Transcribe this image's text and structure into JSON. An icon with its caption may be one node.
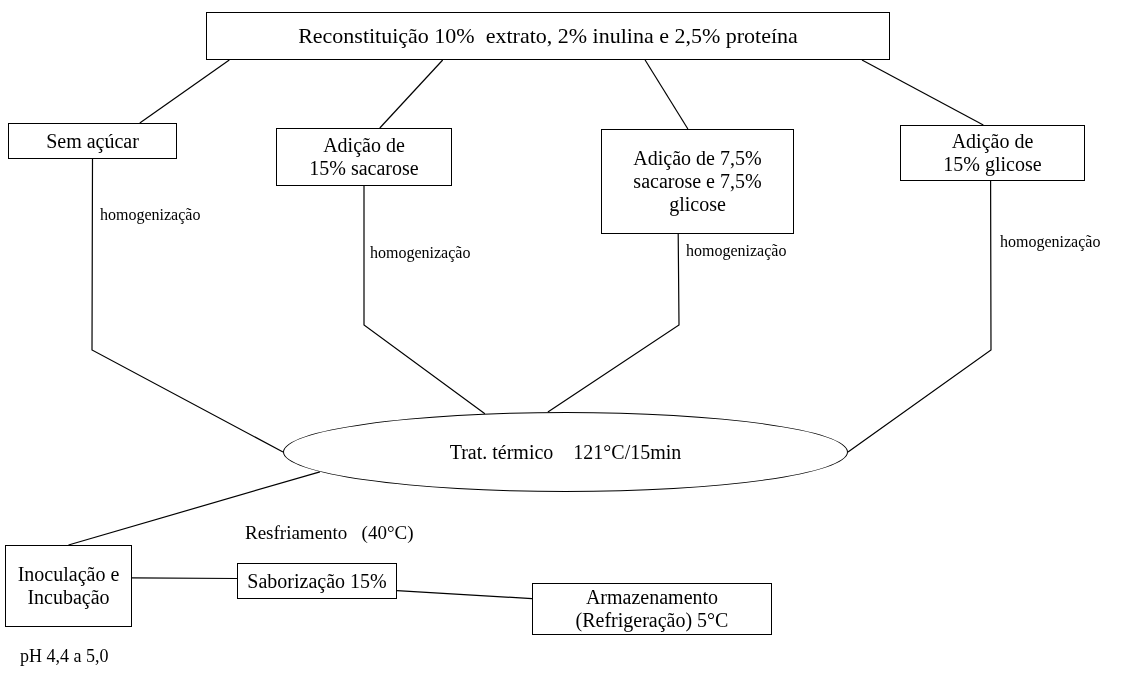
{
  "diagram": {
    "nodes": [
      {
        "text": [
          "Reconstituição 10%  extrato, 2% inulina e 2,5% proteína"
        ]
      },
      {
        "text": [
          "Sem açúcar"
        ]
      },
      {
        "text": [
          "Adição de 15% sacarose"
        ]
      },
      {
        "text": [
          "Adição de 7,5% sacarose e 7,5% glicose"
        ]
      },
      {
        "text": [
          "Adição de 15% glicose"
        ]
      },
      {
        "text": [
          "Trat. térmico    121°C/15min"
        ]
      },
      {
        "text": [
          "Inoculação e Incubação"
        ],
        "beside": [
          "pH 4,4 a 5,0"
        ]
      },
      {
        "text": [
          "Saborização 15%"
        ]
      },
      {
        "text": [
          "Armazenamento (Refrigeração) 5°C"
        ]
      }
    ],
    "edges": [
      {
        "from": 0,
        "to": 1,
        "arrow": "none"
      },
      {
        "from": 0,
        "to": 2,
        "arrow": "none"
      },
      {
        "from": 0,
        "to": 3,
        "arrow": "none"
      },
      {
        "from": 0,
        "to": 4,
        "arrow": "none"
      },
      {
        "from": 1,
        "to": 5,
        "arrow": "none",
        "label": "homogenização"
      },
      {
        "from": 2,
        "to": 5,
        "arrow": "none",
        "label": "homogenização"
      },
      {
        "from": 3,
        "to": 5,
        "arrow": "none",
        "label": "homogenização"
      },
      {
        "from": 4,
        "to": 5,
        "arrow": "none",
        "label": "homogenização"
      },
      {
        "from": 5,
        "to": 6,
        "arrow": "none",
        "label": "Resfriamento   (40°C)"
      },
      {
        "from": 6,
        "to": 7,
        "arrow": "none"
      },
      {
        "from": 7,
        "to": 8,
        "arrow": "none"
      }
    ]
  }
}
